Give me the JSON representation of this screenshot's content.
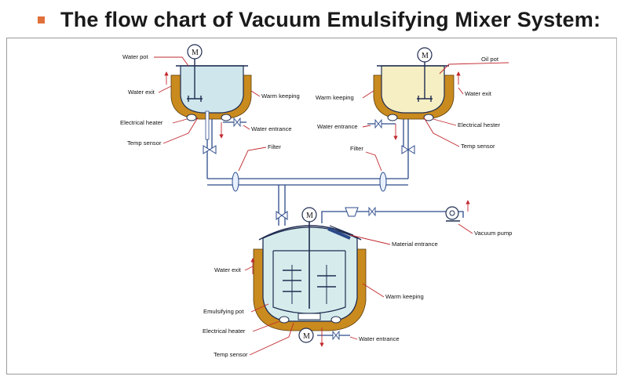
{
  "header": {
    "title": "The flow chart of Vacuum Emulsifying Mixer System:"
  },
  "diagram": {
    "motor_symbol": "M",
    "left_vessel": {
      "labels": {
        "pot": "Water pot",
        "exit": "Water exit",
        "warm": "Warm keeping",
        "heater": "Electrical heater",
        "entrance": "Water entrance",
        "sensor": "Temp sensor",
        "filter": "Filter"
      }
    },
    "right_vessel": {
      "labels": {
        "pot": "Oil pot",
        "exit": "Water exit",
        "warm": "Warm keeping",
        "entrance": "Water entrance",
        "heater": "Electrical hester",
        "sensor": "Temp sensor",
        "filter": "Filter"
      }
    },
    "main_vessel": {
      "labels": {
        "vacuum": "Vacuum pump",
        "material": "Material entrance",
        "exit": "Water exit",
        "warm": "Warm keeping",
        "pot": "Emulsifying pot",
        "heater": "Electrical heater",
        "entrance": "Water entrance",
        "sensor": "Temp sensor"
      }
    },
    "colors": {
      "pipe": "#2c4a8a",
      "jacket": "#c98a1e",
      "water_fill": "#cfe6ec",
      "oil_fill": "#f6efc4",
      "emulsion_fill": "#d6ecec",
      "leader": "#c2282e"
    }
  }
}
